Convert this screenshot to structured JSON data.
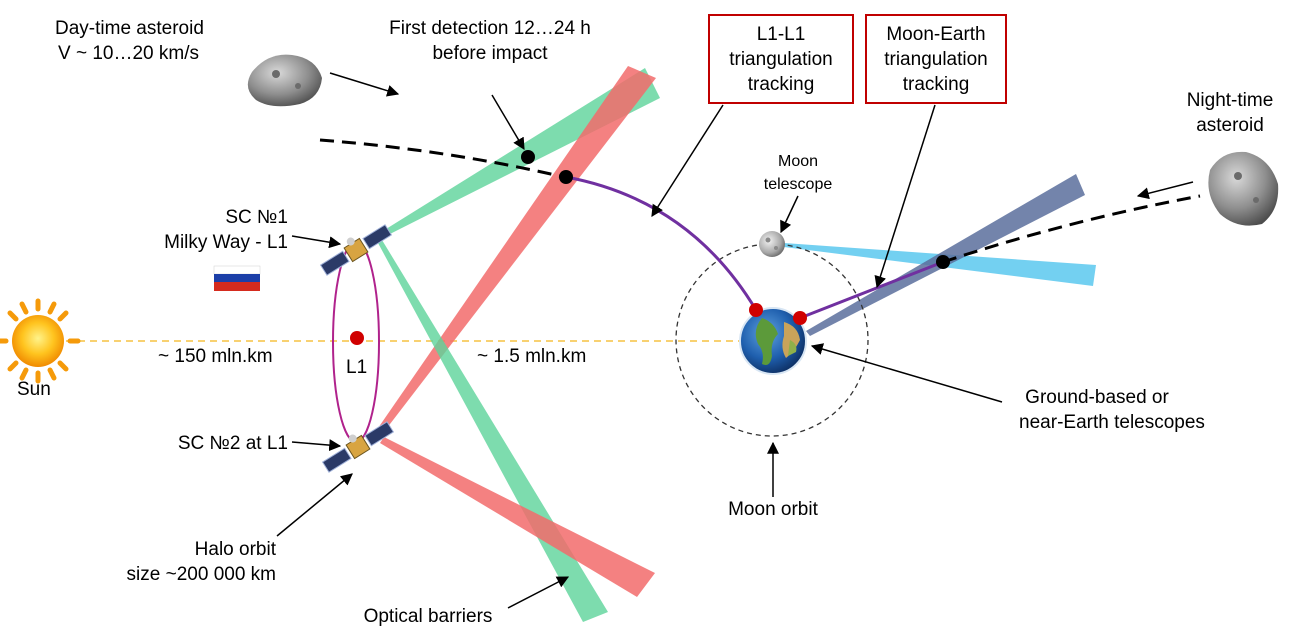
{
  "labels": {
    "day_asteroid_1": "Day-time asteroid",
    "day_asteroid_2": "V ~ 10…20 km/s",
    "first_detection_1": "First detection 12…24 h",
    "first_detection_2": "before impact",
    "l1l1_1": "L1-L1",
    "l1l1_2": "triangulation",
    "l1l1_3": "tracking",
    "moon_earth_1": "Moon-Earth",
    "moon_earth_2": "triangulation",
    "moon_earth_3": "tracking",
    "night_asteroid_1": "Night-time",
    "night_asteroid_2": "asteroid",
    "moon_telescope_1": "Moon",
    "moon_telescope_2": "telescope",
    "sc1_1": "SC №1",
    "sc1_2": "Milky Way - L1",
    "sun": "Sun",
    "dist_150": "~ 150 mln.km",
    "l1": "L1",
    "dist_15": "~ 1.5 mln.km",
    "sc2": "SC №2 at L1",
    "ground_1": "Ground-based or",
    "ground_2": "near-Earth telescopes",
    "moon_orbit": "Moon orbit",
    "halo_1": "Halo orbit",
    "halo_2": "size ~200 000 km",
    "optical_barriers": "Optical barriers"
  },
  "colors": {
    "green_beam": "#5dd39a",
    "red_beam": "#f26b6b",
    "blue_beam": "#5bc8ee",
    "slate_beam": "#5a6f9c",
    "track_line": "#7030a0",
    "halo_orbit": "#b0228c",
    "box_border": "#c00000",
    "sun_line": "#f5c242",
    "red_dot": "#d00000"
  }
}
